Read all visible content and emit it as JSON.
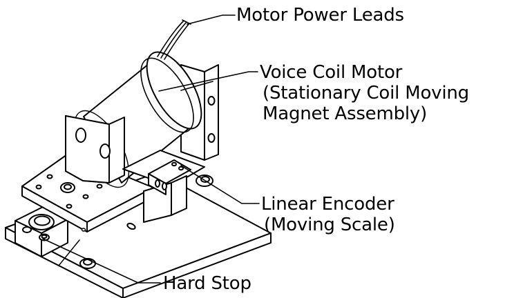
{
  "labels": {
    "motor_power_leads": "Motor Power Leads",
    "voice_coil_motor": {
      "line1": "Voice Coil Motor",
      "line2": "(Stationary Coil Moving",
      "line3": "Magnet Assembly)"
    },
    "linear_encoder": {
      "line1": "Linear Encoder",
      "line2": "(Moving Scale)"
    },
    "hard_stop": "Hard Stop"
  },
  "colors": {
    "stroke": "#000000",
    "background": "#ffffff"
  }
}
